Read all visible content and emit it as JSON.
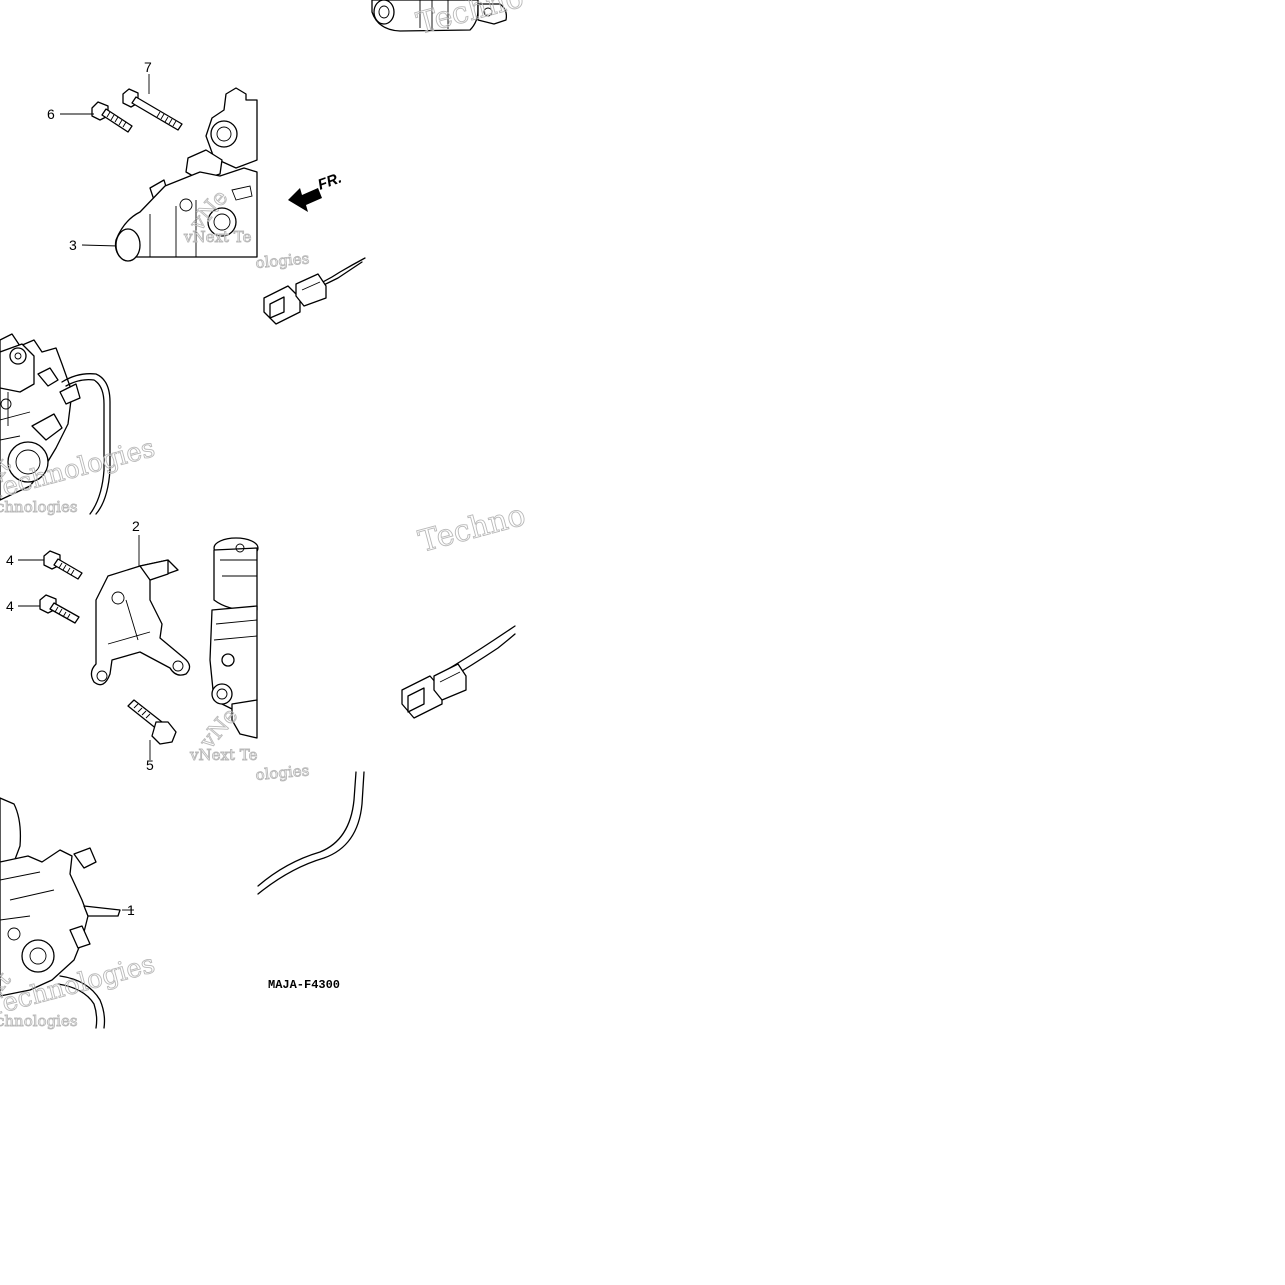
{
  "callouts": {
    "n1": "1",
    "n2": "2",
    "n3": "3",
    "n4a": "4",
    "n4b": "4",
    "n5": "5",
    "n6": "6",
    "n7": "7"
  },
  "direction_label": "FR.",
  "figure_code": "MAJA-F4300",
  "watermarks": {
    "brand_a": "vNext Te",
    "brand_b": "Technologies",
    "brand_c": "Techno",
    "brand_d": "ologies",
    "brand_e": "chnologies",
    "brand_f": "xt"
  },
  "icons": [
    "arrow-forward-icon",
    "electrical-connector-icon"
  ]
}
